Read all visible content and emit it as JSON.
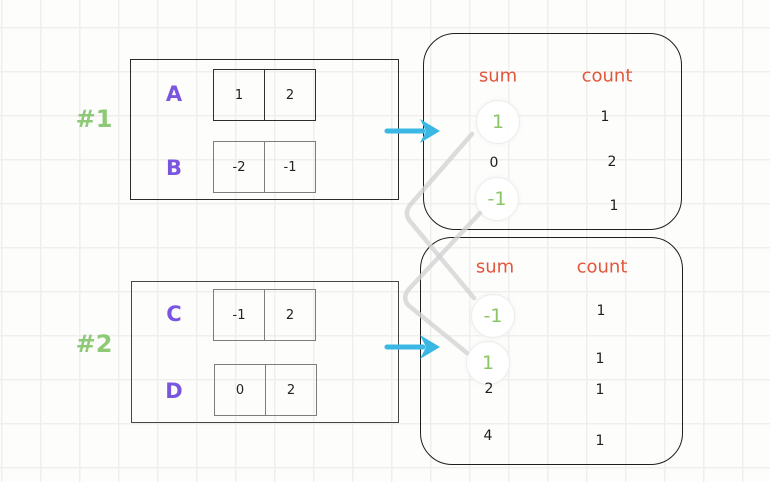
{
  "colors": {
    "purple": "#7a55e0",
    "green": "#8ac566",
    "orange": "#e2573b",
    "cyan": "#3ab7e3",
    "connector_gray": "#d2d2d2",
    "box_border": "#2b2b2b"
  },
  "groups": [
    {
      "label": "#1",
      "rows": [
        {
          "name": "A",
          "cells": [
            "1",
            "2"
          ]
        },
        {
          "name": "B",
          "cells": [
            "-2",
            "-1"
          ]
        }
      ],
      "result": {
        "header_sum": "sum",
        "header_count": "count",
        "rows": [
          {
            "sum": "1",
            "count": "1",
            "highlighted": true
          },
          {
            "sum": "0",
            "count": "2",
            "highlighted": false
          },
          {
            "sum": "-1",
            "count": "1",
            "highlighted": true
          }
        ]
      }
    },
    {
      "label": "#2",
      "rows": [
        {
          "name": "C",
          "cells": [
            "-1",
            "2"
          ]
        },
        {
          "name": "D",
          "cells": [
            "0",
            "2"
          ]
        }
      ],
      "result": {
        "header_sum": "sum",
        "header_count": "count",
        "rows": [
          {
            "sum": "-1",
            "count": "1",
            "highlighted": true
          },
          {
            "sum": "1",
            "count": "1",
            "highlighted": true
          },
          {
            "sum": "2",
            "count": "1",
            "highlighted": false
          },
          {
            "sum": "4",
            "count": "1",
            "highlighted": false
          }
        ]
      }
    }
  ],
  "icons": {
    "arrow_1": "arrow-right-icon",
    "arrow_2": "arrow-right-icon",
    "connector_1": "connector-sum1-to-sum-neg1",
    "connector_2": "connector-sum-neg1-to-sum1"
  }
}
